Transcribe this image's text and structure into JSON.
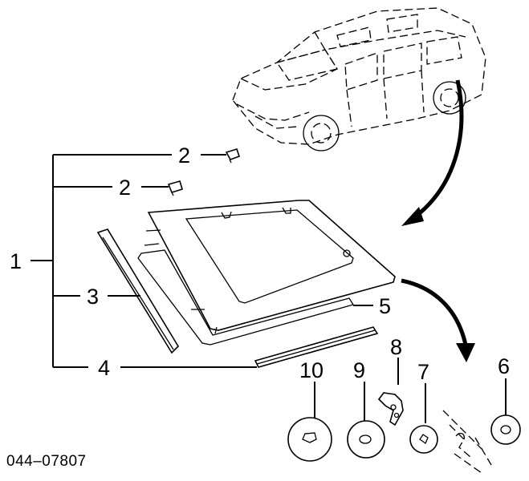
{
  "callouts": {
    "c1": "1",
    "c2a": "2",
    "c2b": "2",
    "c3": "3",
    "c4": "4",
    "c5": "5",
    "c6": "6",
    "c7": "7",
    "c8": "8",
    "c9": "9",
    "c10": "10"
  },
  "diagram_code": "044–07807"
}
